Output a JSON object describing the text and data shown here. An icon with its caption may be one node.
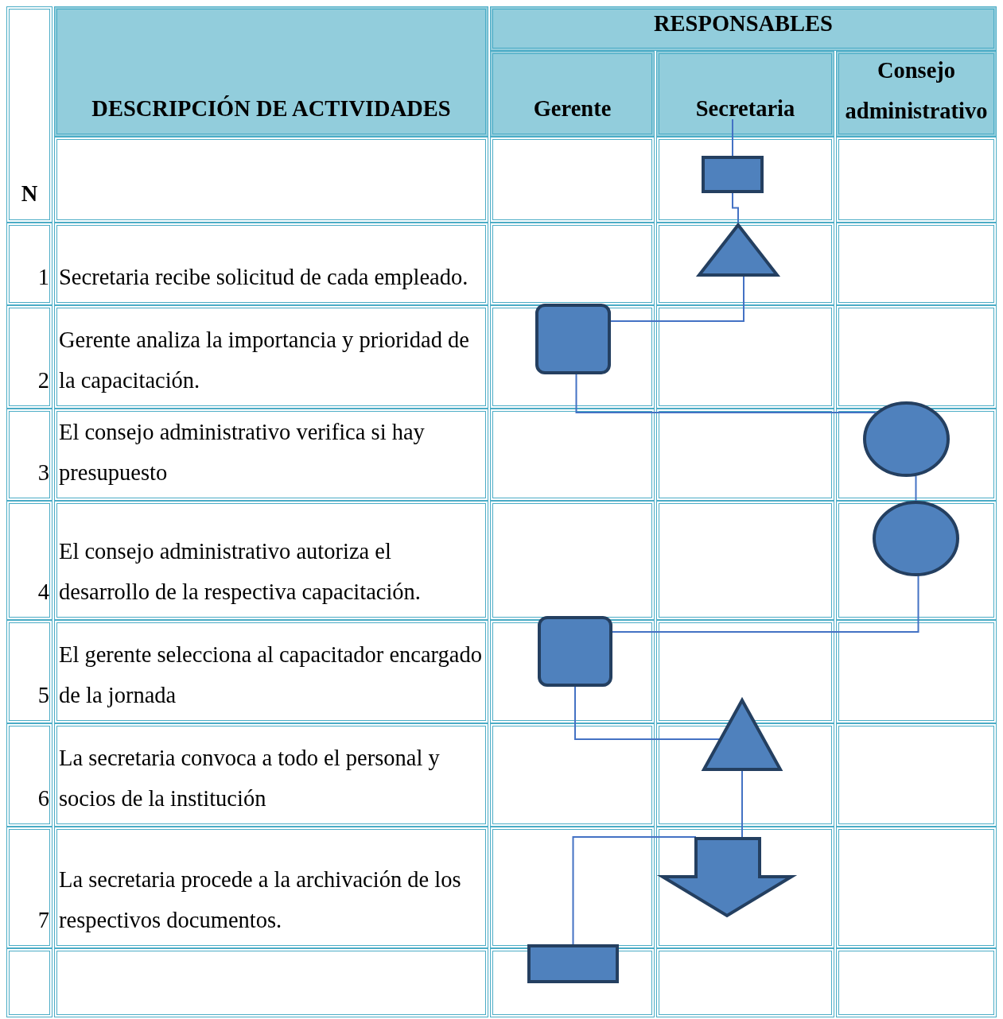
{
  "diagram": {
    "nodes": [
      {
        "text": [],
        "shape": "box"
      },
      {
        "text": [],
        "shape": "triangle"
      },
      {
        "text": [],
        "shape": "box"
      },
      {
        "text": [],
        "shape": "circle"
      },
      {
        "text": [],
        "shape": "circle"
      },
      {
        "text": [],
        "shape": "box"
      },
      {
        "text": [],
        "shape": "triangle"
      },
      {
        "text": [],
        "shape": "arrow"
      },
      {
        "text": [],
        "shape": "box"
      }
    ],
    "edges": [
      {
        "from": null,
        "to": 0,
        "arrow": "none"
      },
      {
        "from": 0,
        "to": 1,
        "arrow": "none"
      },
      {
        "from": 1,
        "to": 2,
        "arrow": "none"
      },
      {
        "from": 2,
        "to": 3,
        "arrow": "none"
      },
      {
        "from": 3,
        "to": 4,
        "arrow": "none"
      },
      {
        "from": 4,
        "to": 5,
        "arrow": "none"
      },
      {
        "from": 5,
        "to": 6,
        "arrow": "none"
      },
      {
        "from": 6,
        "to": 7,
        "arrow": "none"
      },
      {
        "from": 7,
        "to": 8,
        "arrow": "none"
      }
    ],
    "labels": [
      "N",
      "DESCRIPCIÓN DE ACTIVIDADES",
      "RESPONSABLES",
      "Gerente",
      "Secretaria",
      "Consejo administrativo",
      "1",
      "Secretaria recibe solicitud de cada empleado.",
      "2",
      "Gerente analiza la importancia y prioridad de la capacitación.",
      "3",
      "El consejo administrativo verifica si hay presupuesto",
      "4",
      "El consejo administrativo autoriza el desarrollo de la respectiva capacitación.",
      "5",
      "El gerente selecciona al capacitador encargado de la jornada",
      "6",
      "La secretaria convoca a todo el personal y socios de la institución",
      "7",
      "La secretaria procede a la archivación de los respectivos documentos."
    ]
  }
}
